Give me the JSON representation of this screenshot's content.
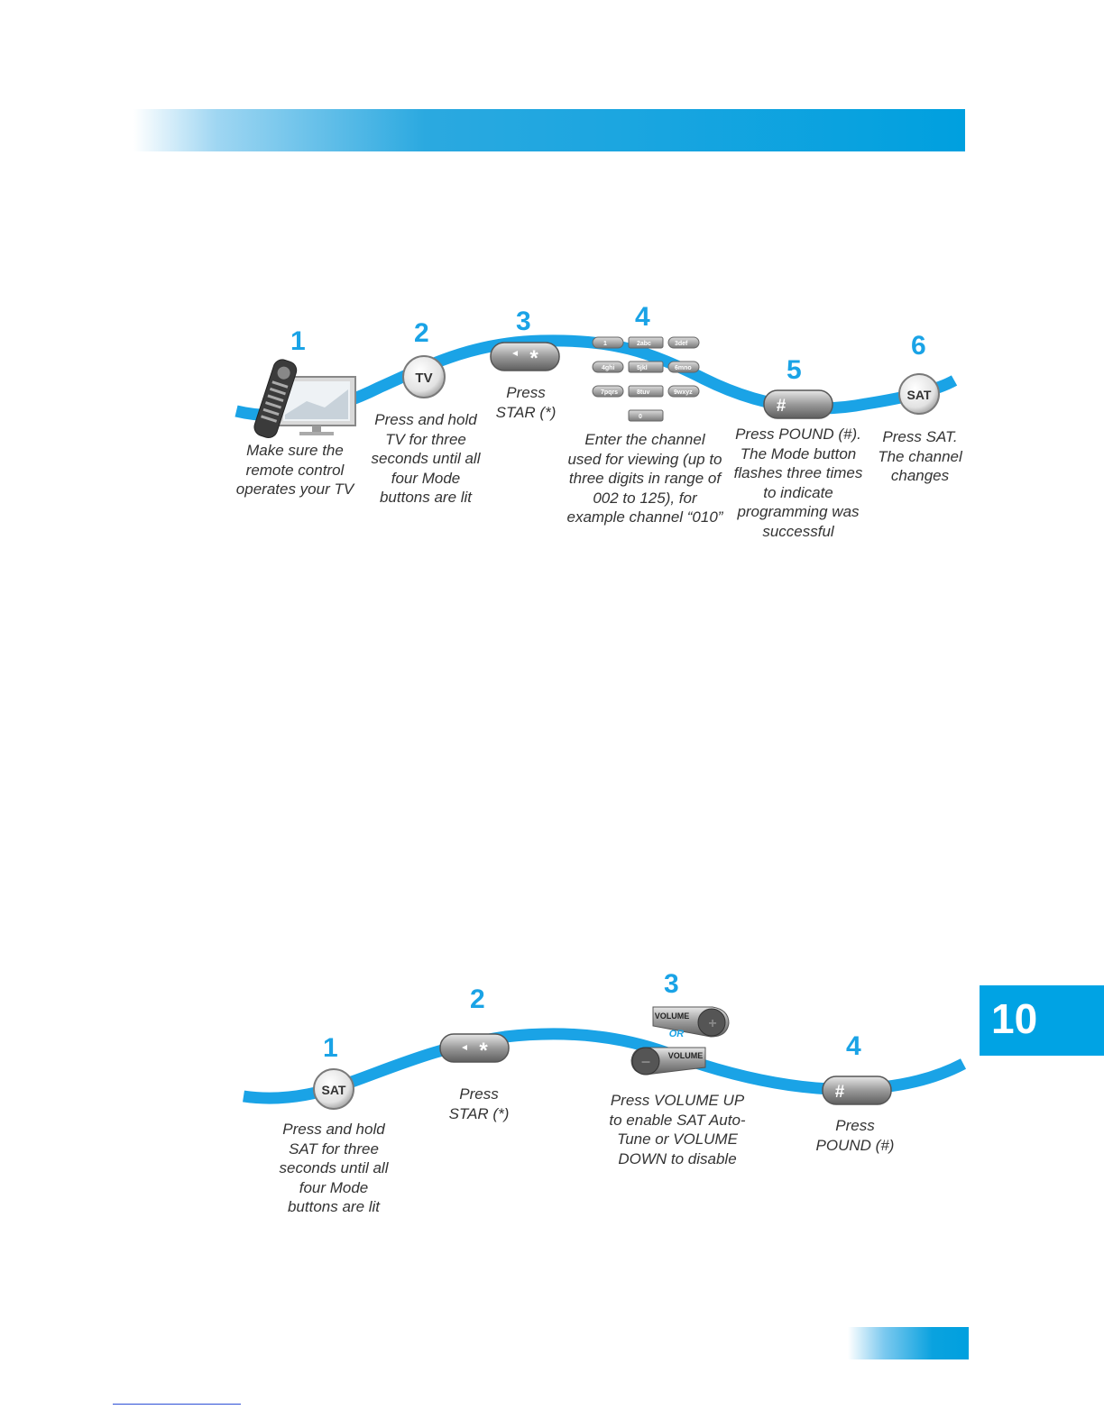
{
  "page": {
    "chapter_number": "10",
    "accent_color": "#00a0df",
    "step_number_color": "#1aa3e6"
  },
  "procedure_a": {
    "steps": [
      {
        "number": "1",
        "caption": "Make sure the remote control operates your TV",
        "icon": "tv-remote-icon"
      },
      {
        "number": "2",
        "caption": "Press and hold TV for three seconds until all four Mode buttons are lit",
        "icon": "tv-button-icon",
        "button_label": "TV"
      },
      {
        "number": "3",
        "caption": "Press STAR (*)",
        "icon": "star-button-icon",
        "button_label": "*"
      },
      {
        "number": "4",
        "caption": "Enter the channel used for viewing (up to three digits in range of 002 to 125), for example channel “010”",
        "icon": "keypad-icon"
      },
      {
        "number": "5",
        "caption": "Press POUND (#). The Mode button flashes three times to indicate programming was successful",
        "icon": "pound-button-icon",
        "button_label": "#"
      },
      {
        "number": "6",
        "caption": "Press SAT. The channel changes",
        "icon": "sat-button-icon",
        "button_label": "SAT"
      }
    ],
    "keypad": [
      "1",
      "2abc",
      "3def",
      "4ghi",
      "5jkl",
      "6mno",
      "7pqrs",
      "8tuv",
      "9wxyz",
      "0"
    ]
  },
  "procedure_b": {
    "steps": [
      {
        "number": "1",
        "caption": "Press and hold SAT for three seconds until all four Mode buttons are lit",
        "icon": "sat-button-icon",
        "button_label": "SAT"
      },
      {
        "number": "2",
        "caption": "Press STAR (*)",
        "icon": "star-button-icon",
        "button_label": "*"
      },
      {
        "number": "3",
        "caption": "Press VOLUME UP to enable SAT Auto-Tune or VOLUME DOWN to disable",
        "icon": "volume-buttons-icon",
        "volume_label": "VOLUME",
        "or_label": "OR"
      },
      {
        "number": "4",
        "caption": "Press POUND (#)",
        "icon": "pound-button-icon",
        "button_label": "#"
      }
    ]
  }
}
